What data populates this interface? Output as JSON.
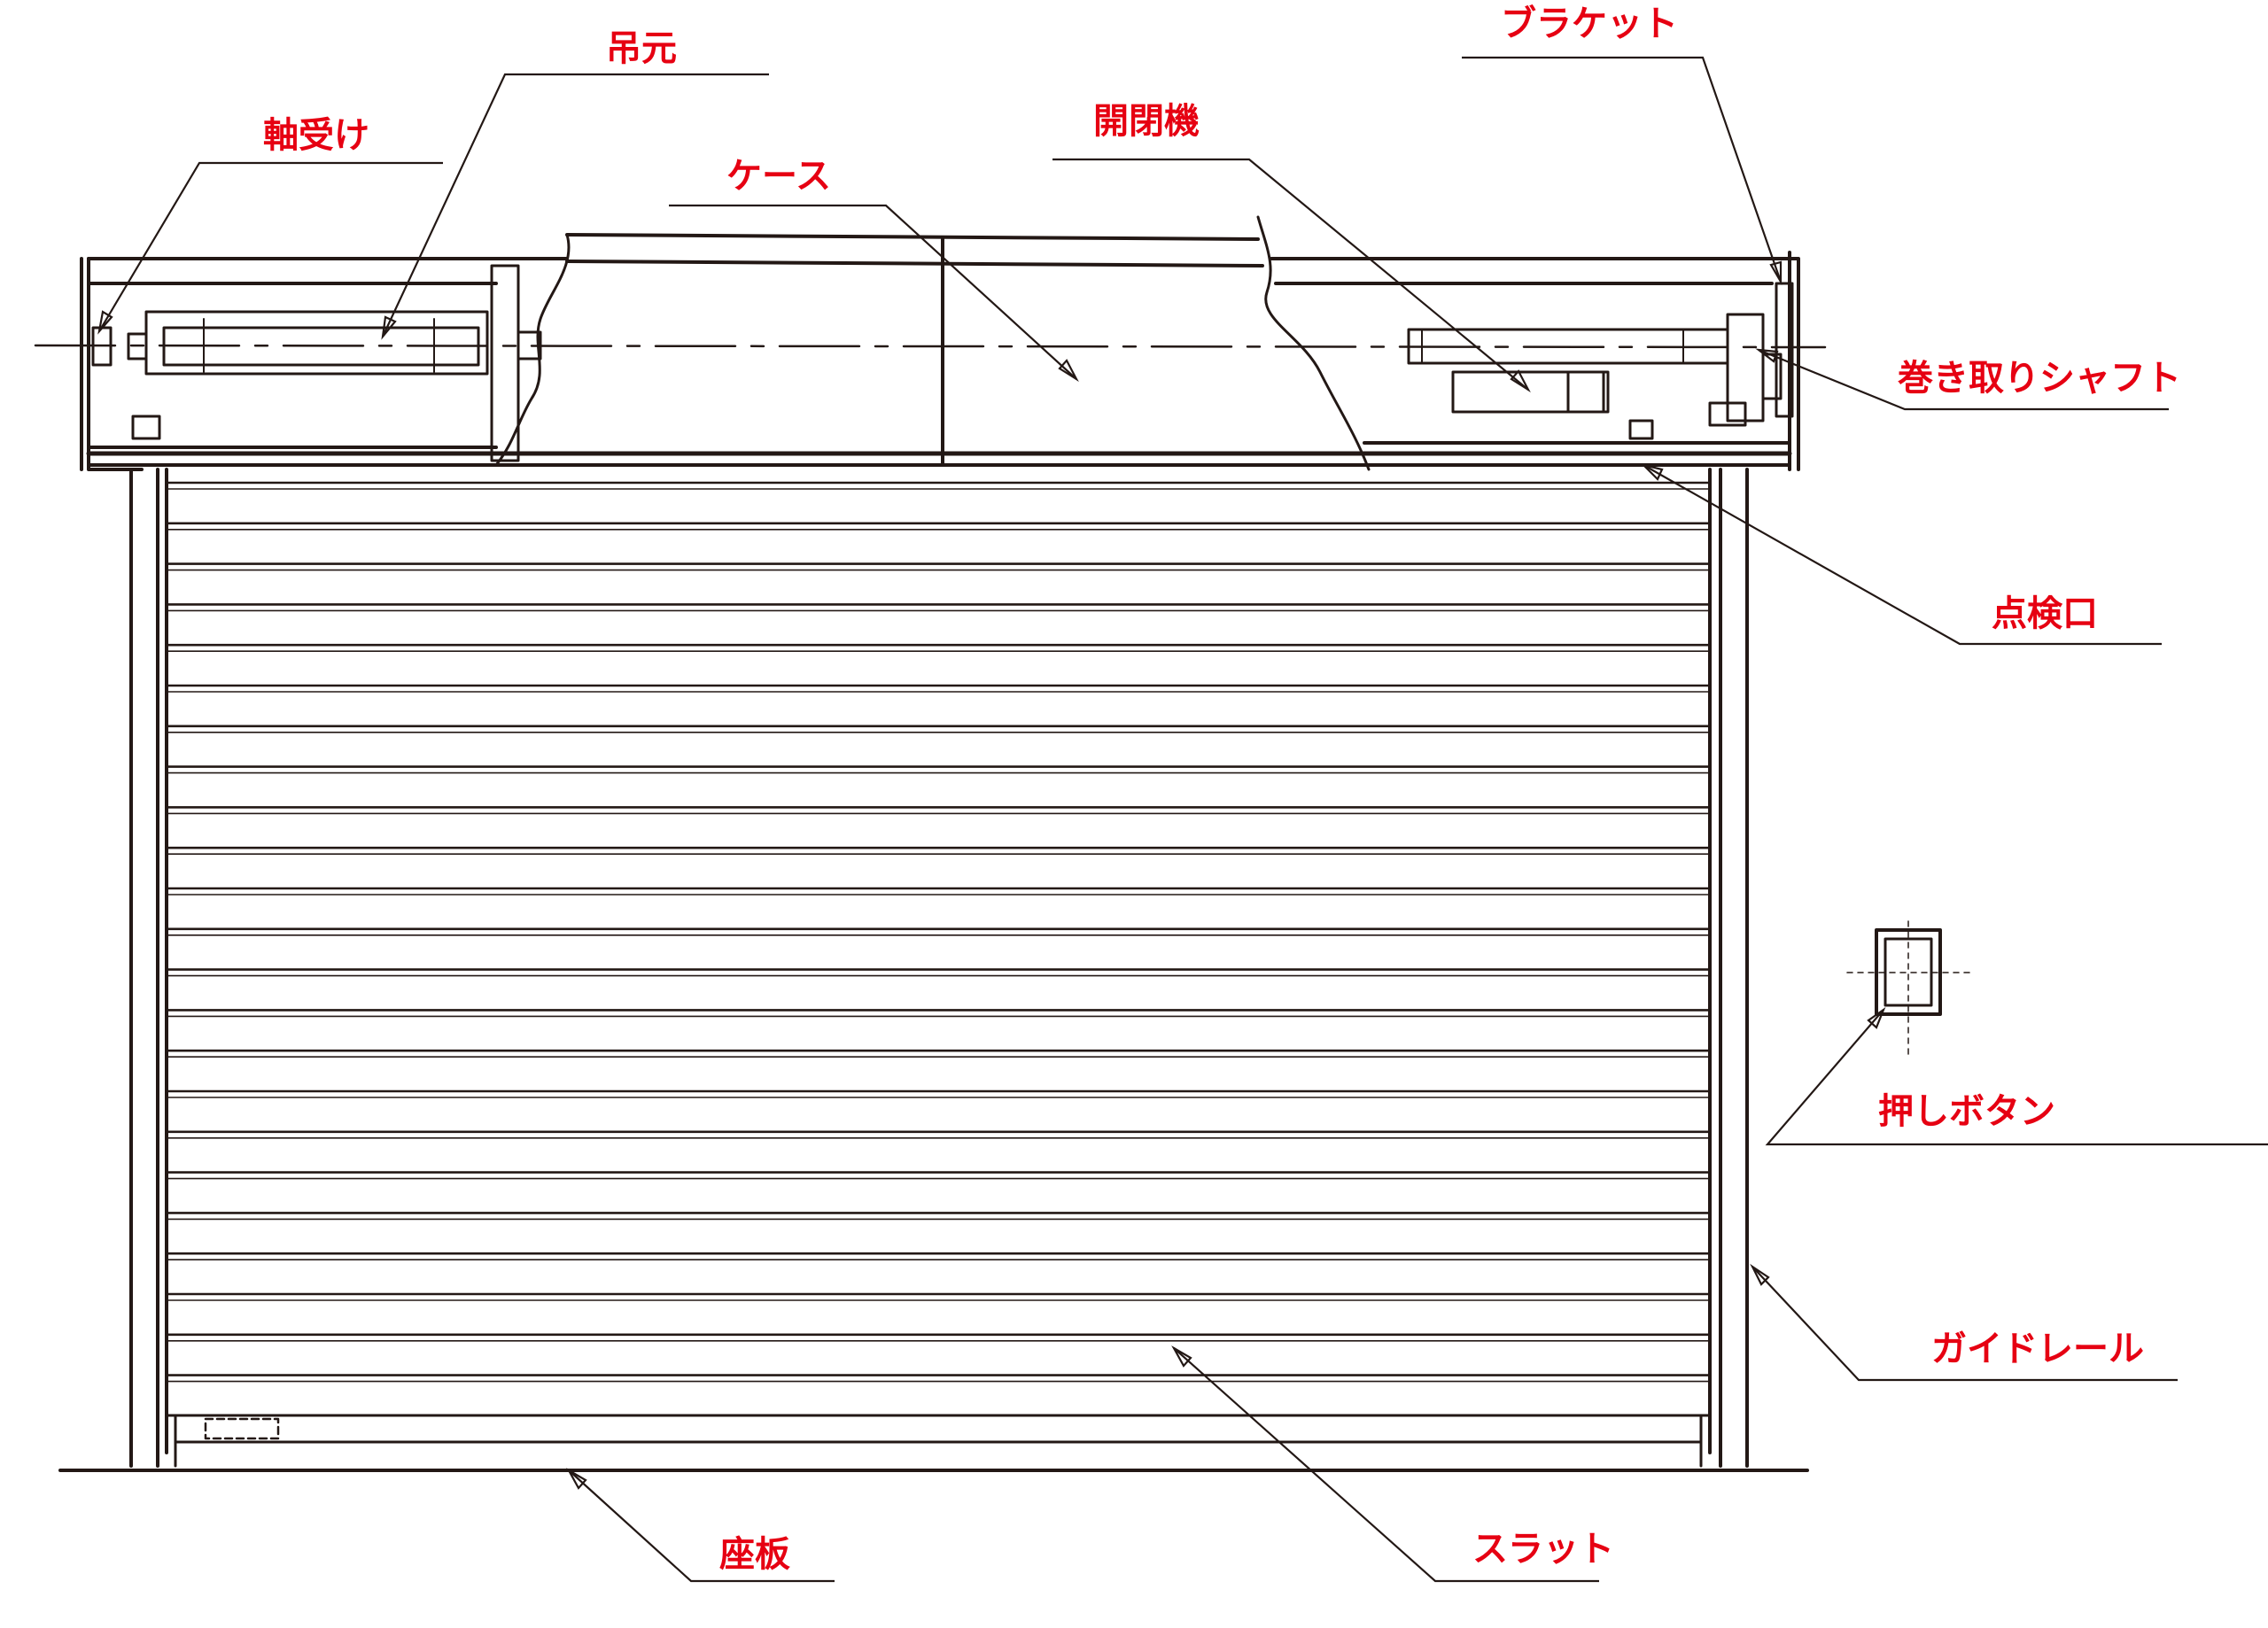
{
  "labels": {
    "jikuuke": "軸受け",
    "tsurimoto": "吊元",
    "case": "ケース",
    "kaiheiki": "開閉機",
    "bracket": "ブラケット",
    "makitori_shaft": "巻き取りシャフト",
    "tenkenguchi": "点検口",
    "oshi_button": "押しボタン",
    "guide_rail": "ガイドレール",
    "slat": "スラット",
    "zaita": "座板"
  },
  "colors": {
    "label": "#e60012",
    "line": "#231815"
  }
}
